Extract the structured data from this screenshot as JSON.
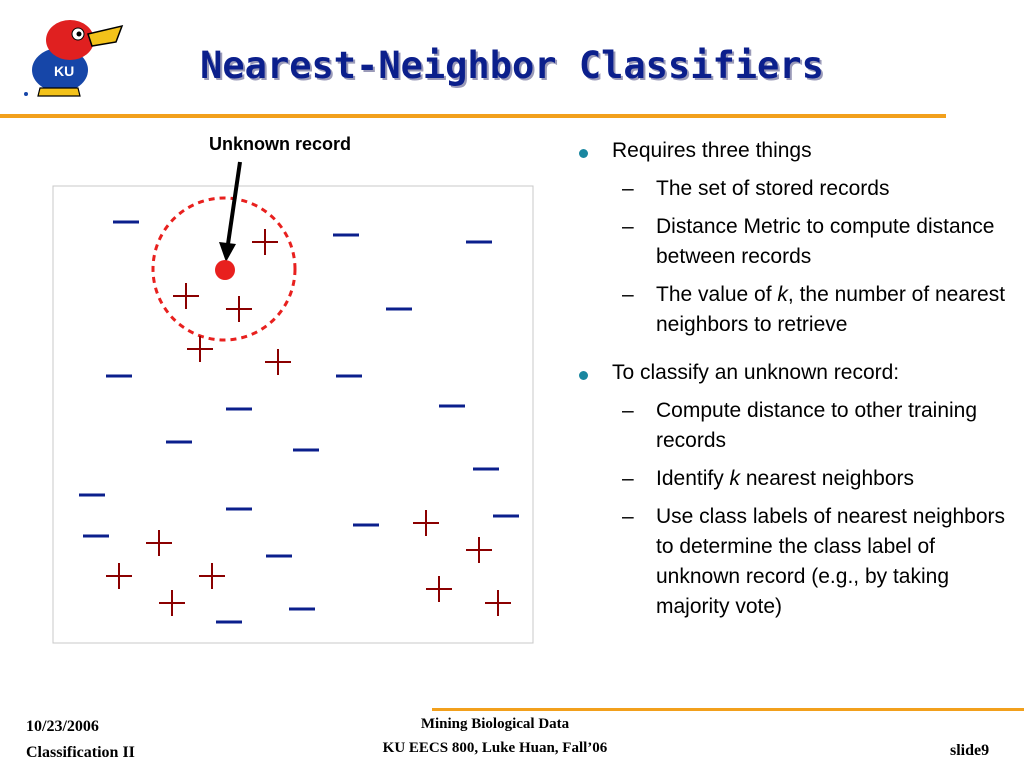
{
  "header": {
    "title": "Nearest-Neighbor Classifiers",
    "logo_text": "KU"
  },
  "diagram": {
    "unknown_label": "Unknown record",
    "plus_color": "#8b0000",
    "minus_color": "#0b1f8c",
    "unknown_color": "#e8201e"
  },
  "content": {
    "bullet1": {
      "text": "Requires three things",
      "sub": [
        {
          "parts": [
            "The set of stored records"
          ]
        },
        {
          "parts": [
            "Distance Metric to compute distance between records"
          ]
        },
        {
          "parts": [
            "The value of ",
            "k",
            ", the number of nearest neighbors to retrieve"
          ]
        }
      ]
    },
    "bullet2": {
      "text": "To classify an unknown record:",
      "sub": [
        {
          "parts": [
            "Compute distance to other training records"
          ]
        },
        {
          "parts": [
            "Identify ",
            "k",
            " nearest neighbors"
          ]
        },
        {
          "parts": [
            "Use class labels of nearest neighbors to determine the class label of unknown record (e.g., by taking majority vote)"
          ]
        }
      ]
    }
  },
  "footer": {
    "date": "10/23/2006",
    "topic": "Classification II",
    "course_line1": "Mining Biological Data",
    "course_line2": "KU EECS 800, Luke Huan, Fall’06",
    "slide": "slide9"
  }
}
